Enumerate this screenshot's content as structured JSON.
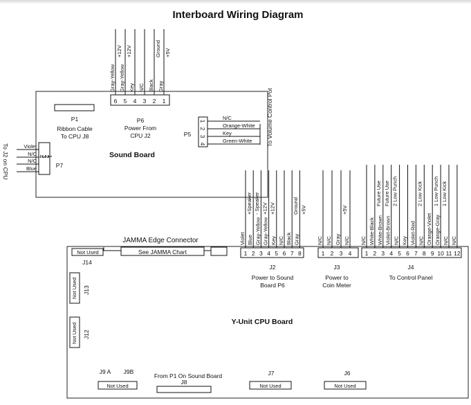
{
  "title": "Interboard Wiring Diagram",
  "sound_board": {
    "name": "Sound Board",
    "p1": {
      "name": "P1",
      "desc1": "Ribbon Cable",
      "desc2": "To CPU J8"
    },
    "p6": {
      "name": "P6",
      "desc1": "Power From",
      "desc2": "CPU J2",
      "pins": [
        "6",
        "5",
        "4",
        "3",
        "2",
        "1"
      ],
      "wires": [
        "Gray-Yellow",
        "Gray-Yellow",
        "Key",
        "N/C",
        "Black",
        "Gray"
      ],
      "signals": [
        "+12V",
        "+12V",
        "",
        "",
        "Ground",
        "+5V"
      ]
    },
    "p5": {
      "name": "P5",
      "pins": [
        "1",
        "2",
        "3",
        "4"
      ],
      "wires": [
        "N/C",
        "Orange-White",
        "Key",
        "Green-White"
      ],
      "dest": "To Volume Control Pot"
    },
    "p7": {
      "name": "P7",
      "pins": [
        "4",
        "3",
        "2",
        "1"
      ],
      "wires": [
        "Violet",
        "N/C",
        "N/C",
        "Blue"
      ],
      "dest": "To J2 on CPU"
    }
  },
  "cpu_board": {
    "name": "Y-Unit CPU Board",
    "jamma_label": "JAMMA Edge Connector",
    "jamma_chart": "See JAMMA Chart",
    "not_used": "Not Used",
    "j14": "J14",
    "j13": "J13",
    "j12": "J12",
    "j9a": "J9 A",
    "j9b": "J9B",
    "j8": {
      "name": "J8",
      "desc": "From P1 On Sound Board"
    },
    "j7": "J7",
    "j6": "J6",
    "j2": {
      "name": "J2",
      "desc1": "Power to Sound",
      "desc2": "Board P6",
      "pins": [
        "1",
        "2",
        "3",
        "4",
        "5",
        "6",
        "7",
        "8"
      ],
      "wires": [
        "Violet",
        "Blue",
        "Gray-Yellow",
        "Gray-Yellow",
        "Key",
        "N/C",
        "Black",
        "Gray"
      ],
      "signals": [
        "+Speaker",
        "- Speaker",
        "+12V",
        "+12V",
        "",
        "",
        "Ground",
        "+5V"
      ]
    },
    "j3": {
      "name": "J3",
      "desc1": "Power to",
      "desc2": "Coin Meter",
      "pins": [
        "1",
        "2",
        "3",
        "4"
      ],
      "wires": [
        "N/C",
        "N/C",
        "Gray",
        "N/C"
      ],
      "signals": [
        "",
        "",
        "+5V",
        ""
      ]
    },
    "j4": {
      "name": "J4",
      "desc": "To Control Panel",
      "pins": [
        "1",
        "2",
        "3",
        "4",
        "5",
        "6",
        "7",
        "8",
        "9",
        "10",
        "11",
        "12"
      ],
      "wires": [
        "N/C",
        "White-Black",
        "White-Brown",
        "Violet-Brown",
        "N/C",
        "Key",
        "Violet-Red",
        "N/C",
        "Orange-Violet",
        "Orange-Gray",
        "N/C",
        "N/C"
      ],
      "signals": [
        "",
        "Future Use",
        "Future Use",
        "2 Low Punch",
        "",
        "",
        "2 Low Kick",
        "",
        "1 Low Punch",
        "1 Low Kick",
        "",
        ""
      ]
    }
  }
}
